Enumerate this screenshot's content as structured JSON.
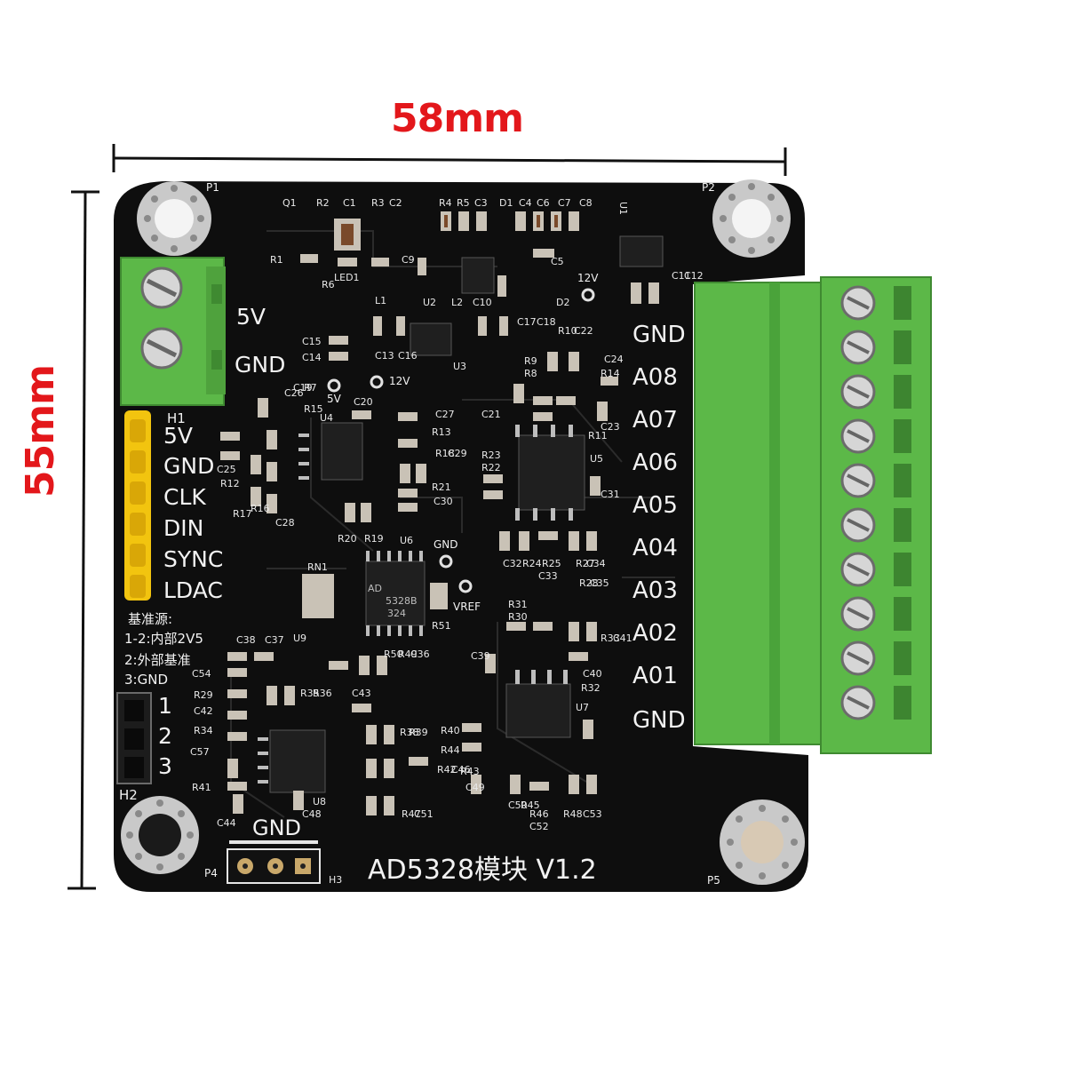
{
  "dimensions": {
    "width": "58mm",
    "height": "55mm"
  },
  "board": {
    "title": "AD5328模块 V1.2",
    "power_terminal": [
      "5V",
      "GND"
    ],
    "header_h1": {
      "name": "H1",
      "pins": [
        "5V",
        "GND",
        "CLK",
        "DIN",
        "SYNC",
        "LDAC"
      ]
    },
    "reference_note": {
      "title": "基准源:",
      "options": [
        "1-2:内部2V5",
        "2:外部基准",
        "3:GND"
      ]
    },
    "header_h2": {
      "name": "H2",
      "pins": [
        "1",
        "2",
        "3"
      ]
    },
    "outputs": [
      "GND",
      "A08",
      "A07",
      "A06",
      "A05",
      "A04",
      "A03",
      "A02",
      "A01",
      "GND"
    ],
    "bottom_gnd": "GND",
    "pads": [
      "P1",
      "P2",
      "P4",
      "P5"
    ],
    "testpoints": [
      "5V",
      "12V",
      "12V",
      "GND",
      "VREF"
    ],
    "chips": [
      "U1",
      "U2",
      "U3",
      "U4",
      "U5",
      "U6",
      "U7",
      "U8",
      "U9",
      "RN1",
      "H3"
    ],
    "chip_marks": [
      "AD",
      "5328B",
      "324"
    ],
    "part_refs": [
      "Q1",
      "R1",
      "R2",
      "C1",
      "R3",
      "C2",
      "R4",
      "R5",
      "C3",
      "D1",
      "C4",
      "C6",
      "C7",
      "C8",
      "C5",
      "C9",
      "R6",
      "LED1",
      "L1",
      "L2",
      "C10",
      "D2",
      "C15",
      "C14",
      "C13",
      "C16",
      "C17",
      "C18",
      "R10",
      "C22",
      "C24",
      "R9",
      "R8",
      "R14",
      "C21",
      "C23",
      "C26",
      "C19",
      "R15",
      "R7",
      "C20",
      "C27",
      "R13",
      "R11",
      "R18",
      "C29",
      "R21",
      "C30",
      "R23",
      "R22",
      "C31",
      "C25",
      "R12",
      "R17",
      "R16",
      "C28",
      "R20",
      "R19",
      "C32",
      "R24",
      "R25",
      "C33",
      "R27",
      "C34",
      "R28",
      "C35",
      "R31",
      "R30",
      "R51",
      "C38",
      "C37",
      "C54",
      "R29",
      "C42",
      "R34",
      "C57",
      "R41",
      "R35",
      "R36",
      "C43",
      "R50",
      "R49",
      "C36",
      "C39",
      "R33",
      "C41",
      "C40",
      "R32",
      "R40",
      "R44",
      "R38",
      "R39",
      "R42",
      "C46",
      "R43",
      "C49",
      "C44",
      "C48",
      "R47",
      "C51",
      "C50",
      "R45",
      "R46",
      "C52",
      "R48",
      "C53",
      "C11",
      "C12"
    ]
  },
  "colors": {
    "pcb": "#0e0e0e",
    "silkscreen": "#f2f2f2",
    "terminal_green": "#5cb848",
    "header_yellow": "#f2c40f",
    "dimension_red": "#e3171b"
  }
}
